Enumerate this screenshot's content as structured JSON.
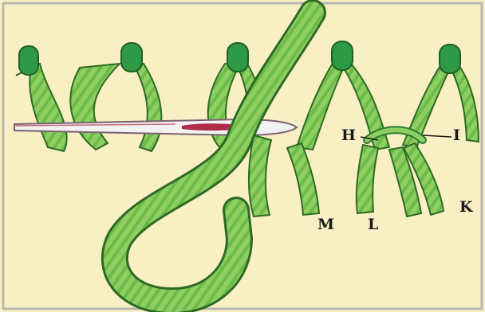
{
  "diagram": {
    "colors": {
      "background": "#f8f0c4",
      "frame": "#b8b8b0",
      "yarn_light": "#8fce62",
      "yarn_mid": "#5fb43c",
      "yarn_dark": "#2d7a2d",
      "yarn_outline": "#2e6a24",
      "knot": "#2f9a46",
      "needle_fill": "#f2f2f2",
      "needle_outline": "#7a6070",
      "needle_eye": "#b02a4a"
    },
    "labels": {
      "h": "H",
      "i": "I",
      "m": "M",
      "l": "L",
      "k": "K"
    },
    "icons": [
      "needle-icon",
      "yarn-strand-icon",
      "knot-icon"
    ]
  }
}
